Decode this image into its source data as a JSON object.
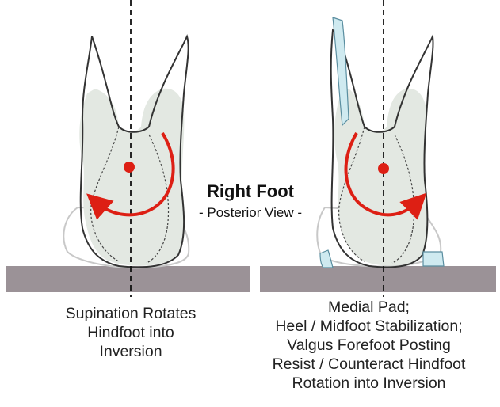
{
  "title": "Right Foot",
  "subtitle": "- Posterior View -",
  "left_caption": [
    "Supination Rotates",
    "Hindfoot into",
    "Inversion"
  ],
  "right_caption": [
    "Medial Pad;",
    "Heel / Midfoot Stabilization;",
    "Valgus Forefoot Posting",
    "Resist  / Counteract  Hindfoot",
    "Rotation into Inversion"
  ],
  "colors": {
    "ground": "#9b9297",
    "heel_fill": "#e3e8e2",
    "outline": "#333333",
    "arrow": "#dd1f14",
    "pad": "#cfeaf0",
    "pad_stroke": "#5a8ea0"
  }
}
